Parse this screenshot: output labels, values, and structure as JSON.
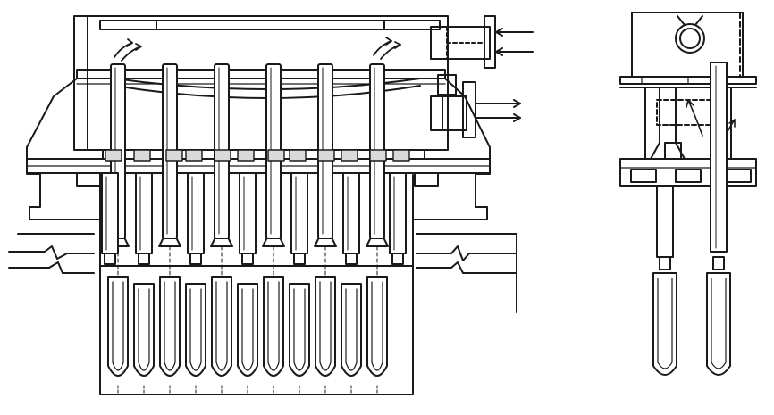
{
  "figure": {
    "description_text": "",
    "views": [
      {
        "id": "front-view",
        "tube_count": 6
      },
      {
        "id": "side-view",
        "tube_count": 2
      }
    ],
    "colors": {
      "line": "#1a1a1a",
      "paper": "#ffffff",
      "shade": "#d9d9d9"
    }
  }
}
